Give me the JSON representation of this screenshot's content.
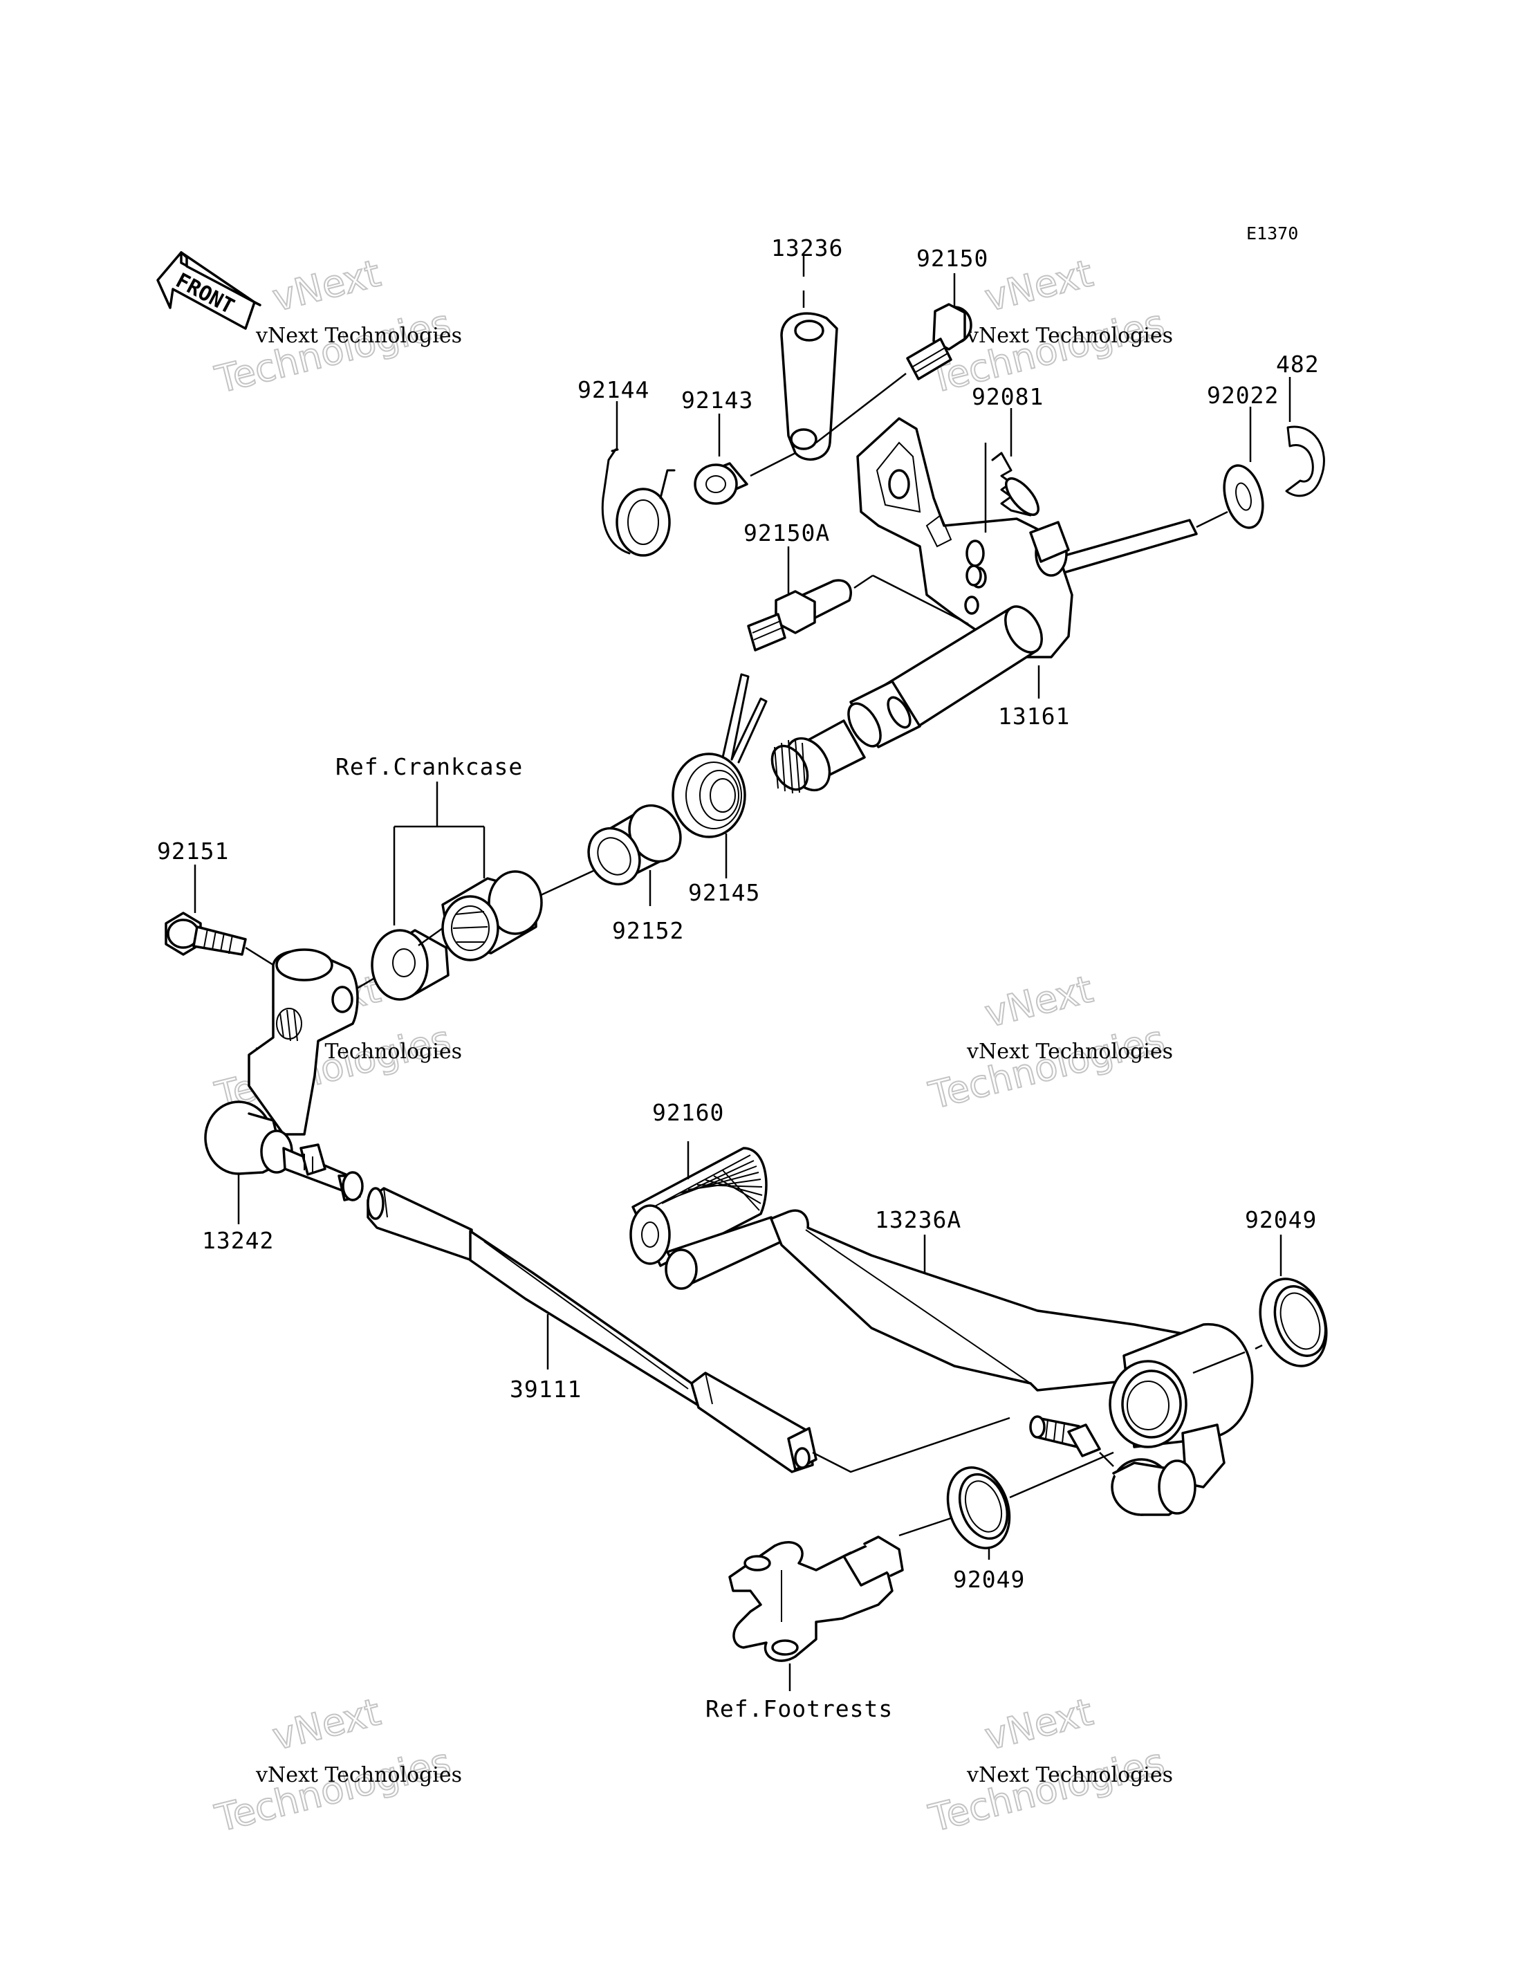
{
  "diagram_code": "E1370",
  "front_arrow_label": "FRONT",
  "parts": {
    "p13236": "13236",
    "p92150": "92150",
    "p92144": "92144",
    "p92143": "92143",
    "p92081": "92081",
    "p92022": "92022",
    "p482": "482",
    "p92150A": "92150A",
    "p13161": "13161",
    "p92151": "92151",
    "p92152": "92152",
    "p92145": "92145",
    "p13242": "13242",
    "p92160": "92160",
    "p13236A": "13236A",
    "p92049a": "92049",
    "p92049b": "92049",
    "p39111": "39111"
  },
  "references": {
    "crankcase": "Ref.Crankcase",
    "footrests": "Ref.Footrests"
  },
  "watermark": {
    "brand": "vNext",
    "company": "vNext Technologies",
    "sub": "Technologies"
  }
}
